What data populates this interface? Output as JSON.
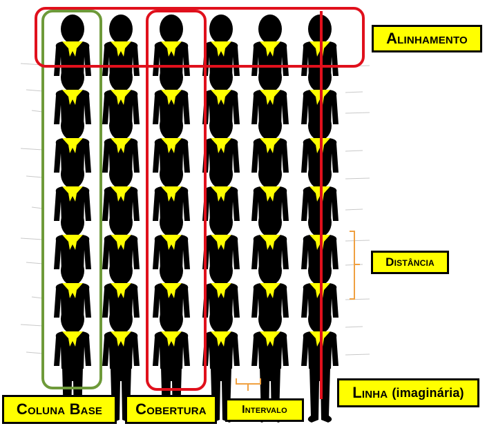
{
  "colors": {
    "silhouette": "#000000",
    "scarf": "#ffff00",
    "highlight_red": "#e0101c",
    "highlight_green": "#6e9a3a",
    "bracket_orange": "#f0a040",
    "label_fill": "#ffff00"
  },
  "grid": {
    "columns": 6,
    "rows": 7
  },
  "labels": {
    "alinhamento": "Alinhamento",
    "distancia": "Distância",
    "linha": "Linha",
    "linha_sub": "(imaginária)",
    "coluna_base": "Coluna Base",
    "cobertura": "Cobertura",
    "intervalo": "Intervalo"
  }
}
